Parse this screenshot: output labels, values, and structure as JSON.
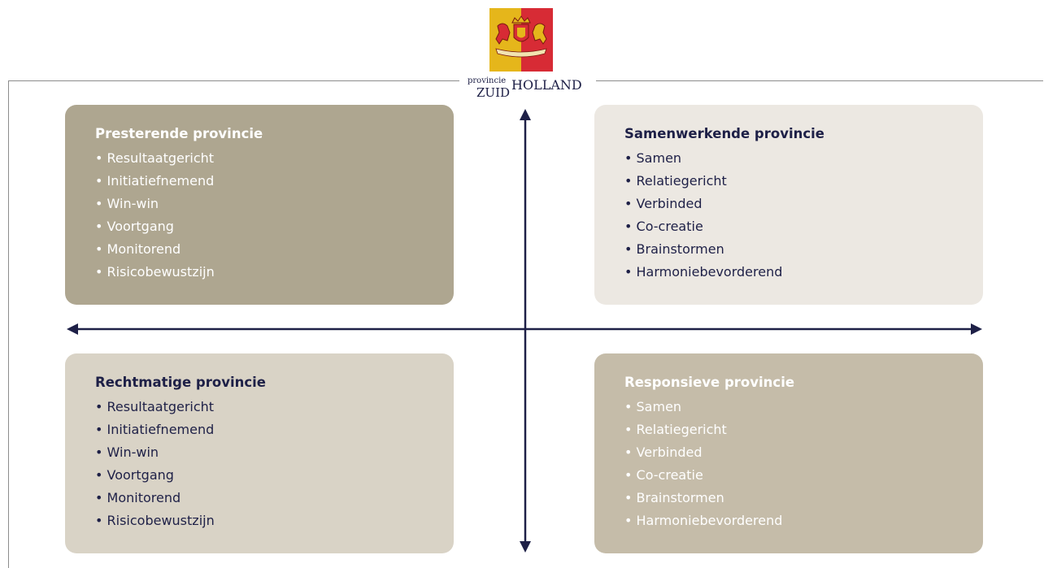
{
  "logo": {
    "small_text": "provincie",
    "zuid_text": "ZUID",
    "holland_text": "HOLLAND",
    "colors": {
      "yellow": "#e5b61b",
      "red": "#d72b35",
      "navy": "#1e2047"
    }
  },
  "quadrants": {
    "top_left": {
      "title": "Presterende provincie",
      "items": [
        "• Resultaatgericht",
        "• Initiatiefnemend",
        "• Win-win",
        "• Voortgang",
        "• Monitorend",
        "• Risicobewustzijn"
      ],
      "background": "#aea690",
      "text_color": "#ffffff"
    },
    "top_right": {
      "title": "Samenwerkende provincie",
      "items": [
        "• Samen",
        "• Relatiegericht",
        "• Verbinded",
        "• Co-creatie",
        "• Brainstormen",
        "• Harmoniebevorderend"
      ],
      "background": "#ece8e2",
      "text_color": "#1e2047"
    },
    "bottom_left": {
      "title": "Rechtmatige provincie",
      "items": [
        "• Resultaatgericht",
        "• Initiatiefnemend",
        "• Win-win",
        "• Voortgang",
        "• Monitorend",
        "• Risicobewustzijn"
      ],
      "background": "#d9d3c6",
      "text_color": "#1e2047"
    },
    "bottom_right": {
      "title": "Responsieve provincie",
      "items": [
        "• Samen",
        "• Relatiegericht",
        "• Verbinded",
        "• Co-creatie",
        "• Brainstormen",
        "• Harmoniebevorderend"
      ],
      "background": "#c5bca9",
      "text_color": "#ffffff"
    }
  },
  "axis_color": "#1e2047",
  "frame_color": "#8c8c8c"
}
